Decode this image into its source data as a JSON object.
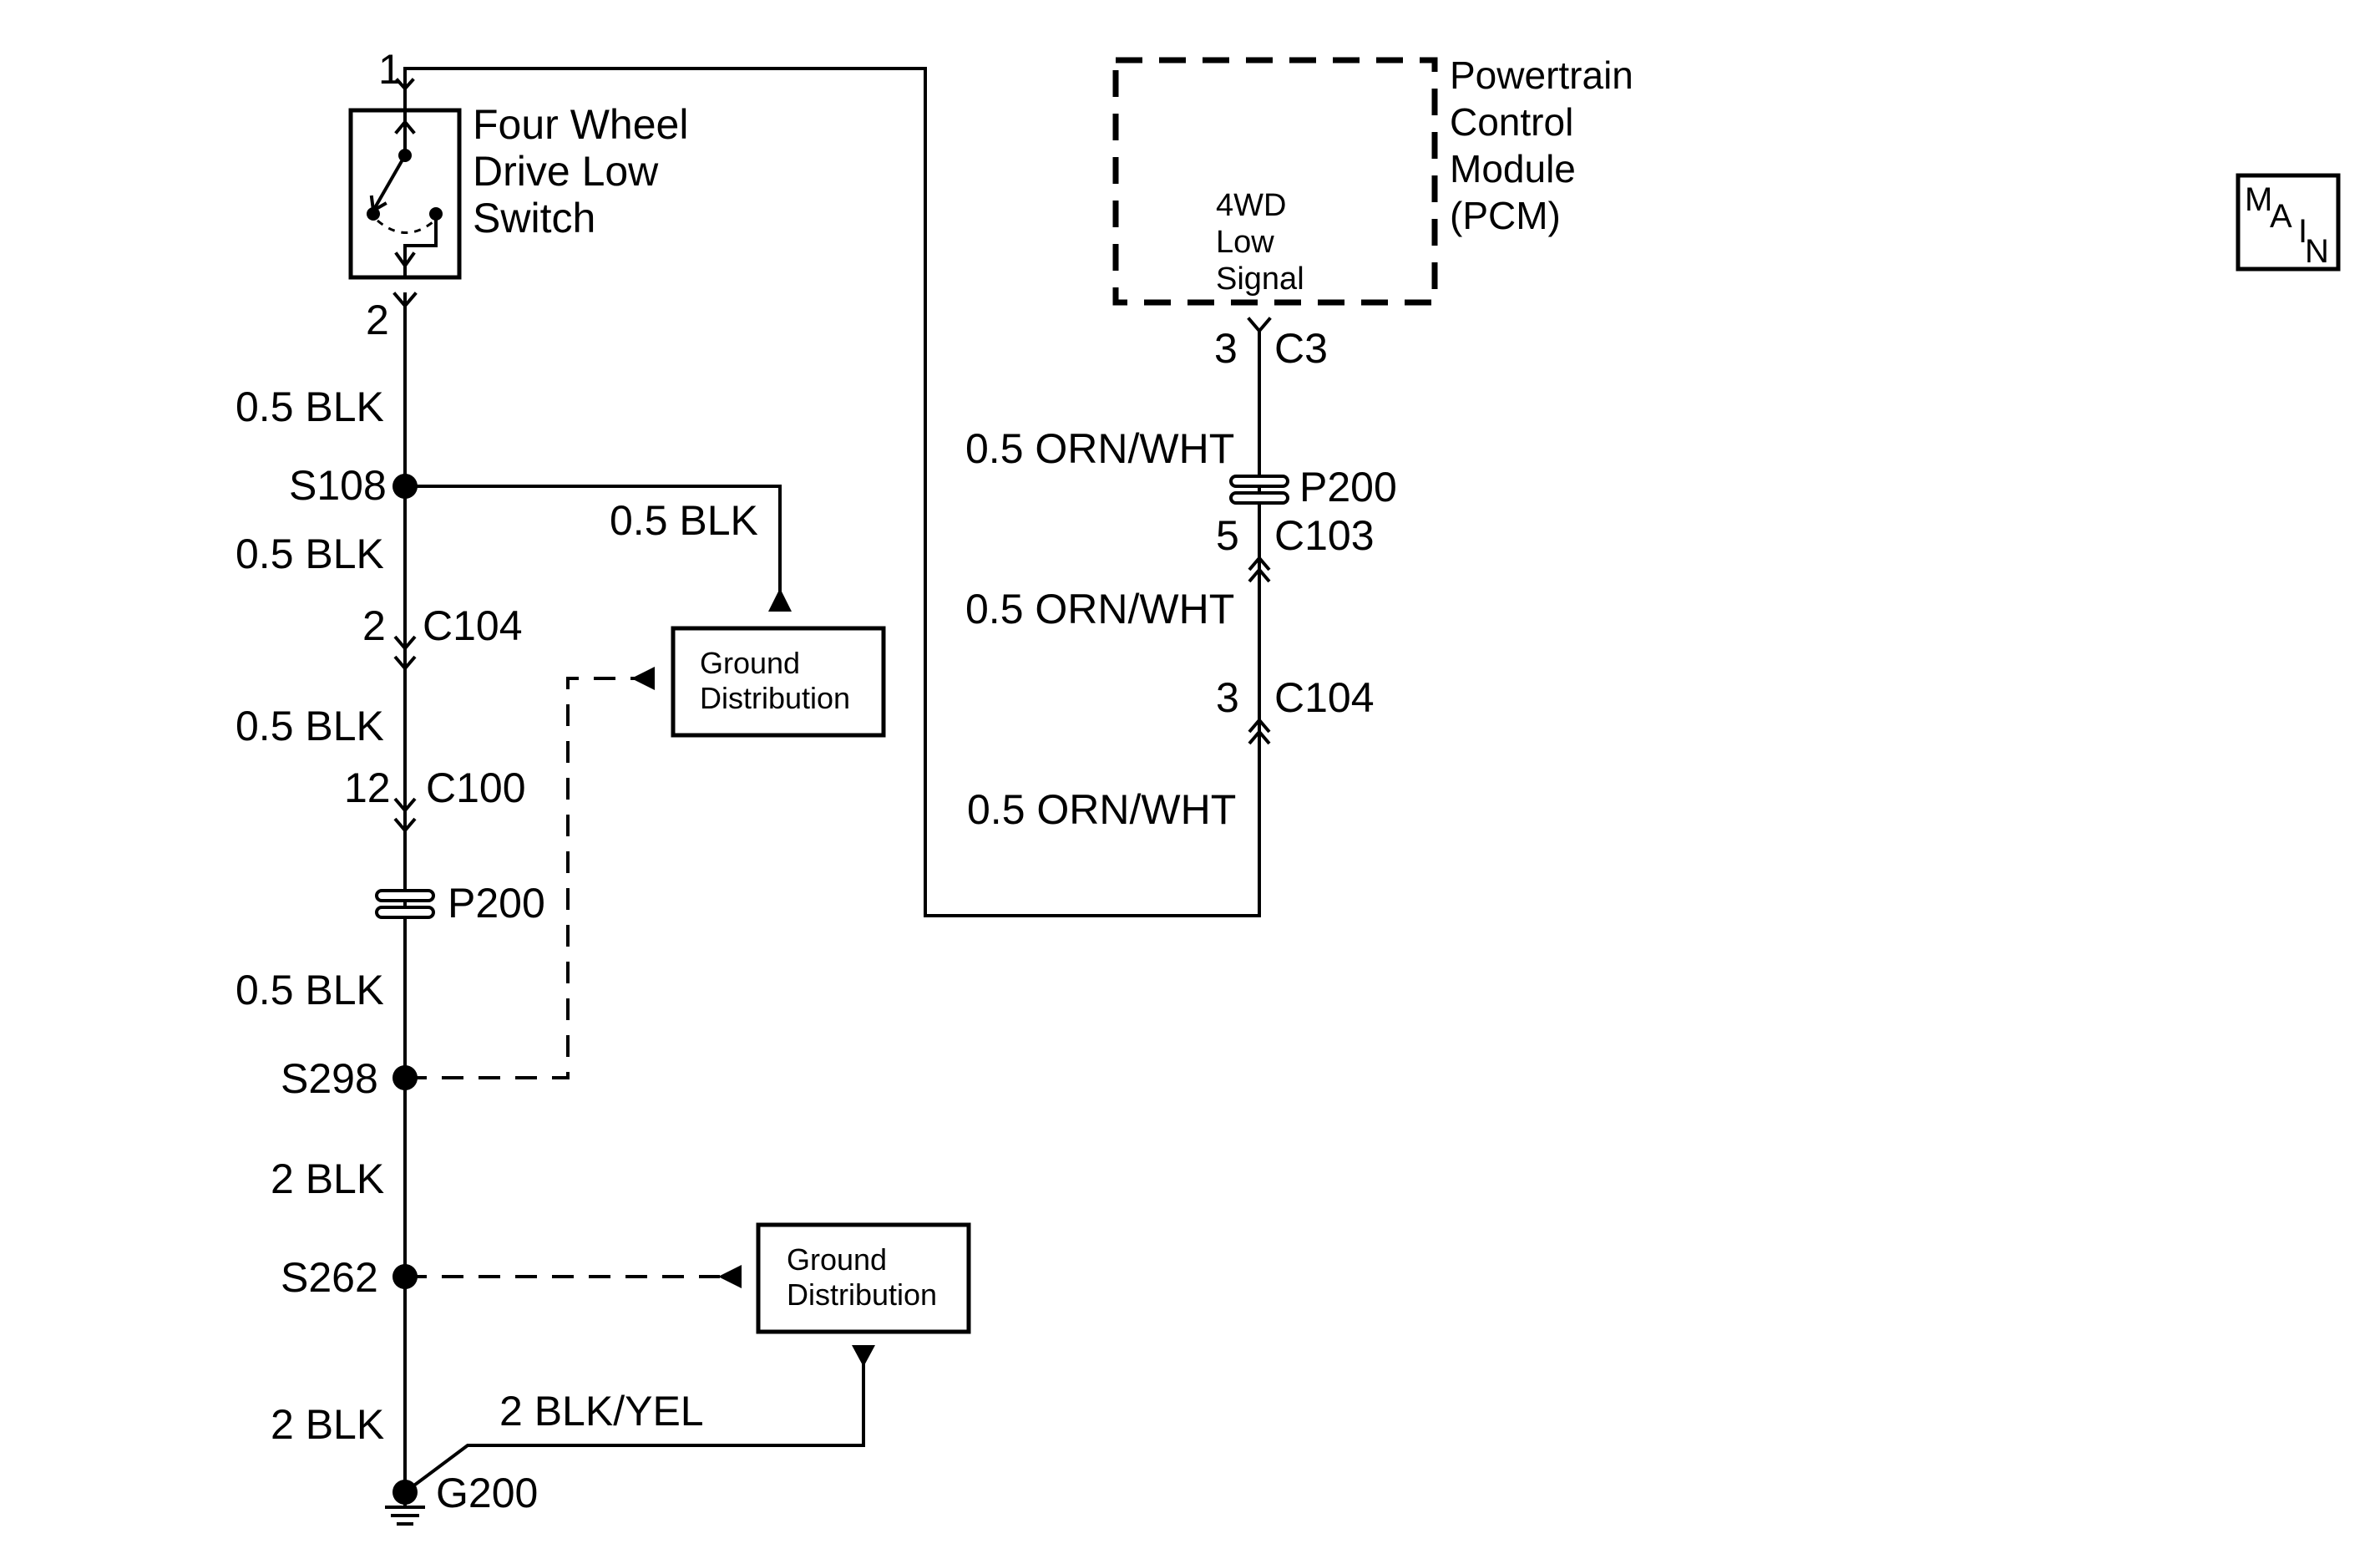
{
  "switch": {
    "name_line1": "Four Wheel",
    "name_line2": "Drive Low",
    "name_line3": "Switch",
    "pin_top": "1",
    "pin_bottom": "2"
  },
  "pcm": {
    "name_line1": "Powertrain",
    "name_line2": "Control",
    "name_line3": "Module",
    "name_line4": "(PCM)",
    "signal_line1": "4WD",
    "signal_line2": "Low",
    "signal_line3": "Signal",
    "pin": "3",
    "connector": "C3"
  },
  "left_wires": {
    "w1": "0.5 BLK",
    "w2": "0.5 BLK",
    "w3": "0.5 BLK",
    "w4": "0.5 BLK",
    "w5": "2 BLK",
    "w6": "2 BLK",
    "branch_s108": "0.5 BLK",
    "branch_g200": "2 BLK/YEL"
  },
  "left_splices": {
    "s108": "S108",
    "s298": "S298",
    "s262": "S262",
    "ground": "G200"
  },
  "left_connectors": {
    "c104_pin": "2",
    "c104": "C104",
    "c100_pin": "12",
    "c100": "C100",
    "p200": "P200"
  },
  "right_wires": {
    "w1": "0.5 ORN/WHT",
    "w2": "0.5 ORN/WHT",
    "w3": "0.5 ORN/WHT"
  },
  "right_connectors": {
    "p200": "P200",
    "c103_pin": "5",
    "c103": "C103",
    "c104_pin": "3",
    "c104": "C104"
  },
  "ground_dist_1": {
    "line1": "Ground",
    "line2": "Distribution"
  },
  "ground_dist_2": {
    "line1": "Ground",
    "line2": "Distribution"
  },
  "main_badge": {
    "m": "M",
    "a": "A",
    "i": "I",
    "n": "N"
  }
}
